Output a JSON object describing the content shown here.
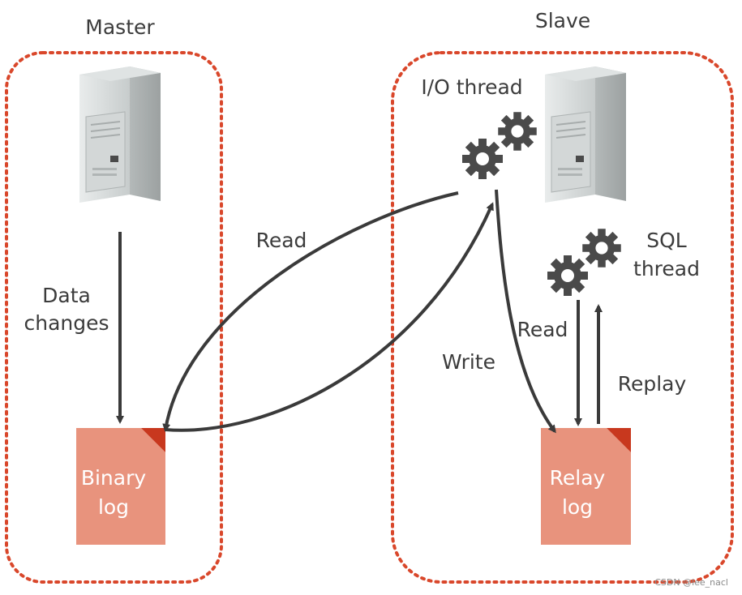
{
  "master": {
    "title": "Master",
    "data_changes_line1": "Data",
    "data_changes_line2": "changes",
    "binary_log_line1": "Binary",
    "binary_log_line2": "log"
  },
  "slave": {
    "title": "Slave",
    "io_thread": "I/O thread",
    "sql_thread_line1": "SQL",
    "sql_thread_line2": "thread",
    "read_label": "Read",
    "write_label": "Write",
    "replay_label": "Replay",
    "relay_log_line1": "Relay",
    "relay_log_line2": "log"
  },
  "cross": {
    "read_label": "Read"
  },
  "watermark": "CSDN @lee_nacl",
  "colors": {
    "container_border": "#d9472b",
    "log_fill": "#e8937d",
    "log_corner": "#c8381e",
    "arrow": "#3a3a3a",
    "gear": "#4a4a4a"
  }
}
